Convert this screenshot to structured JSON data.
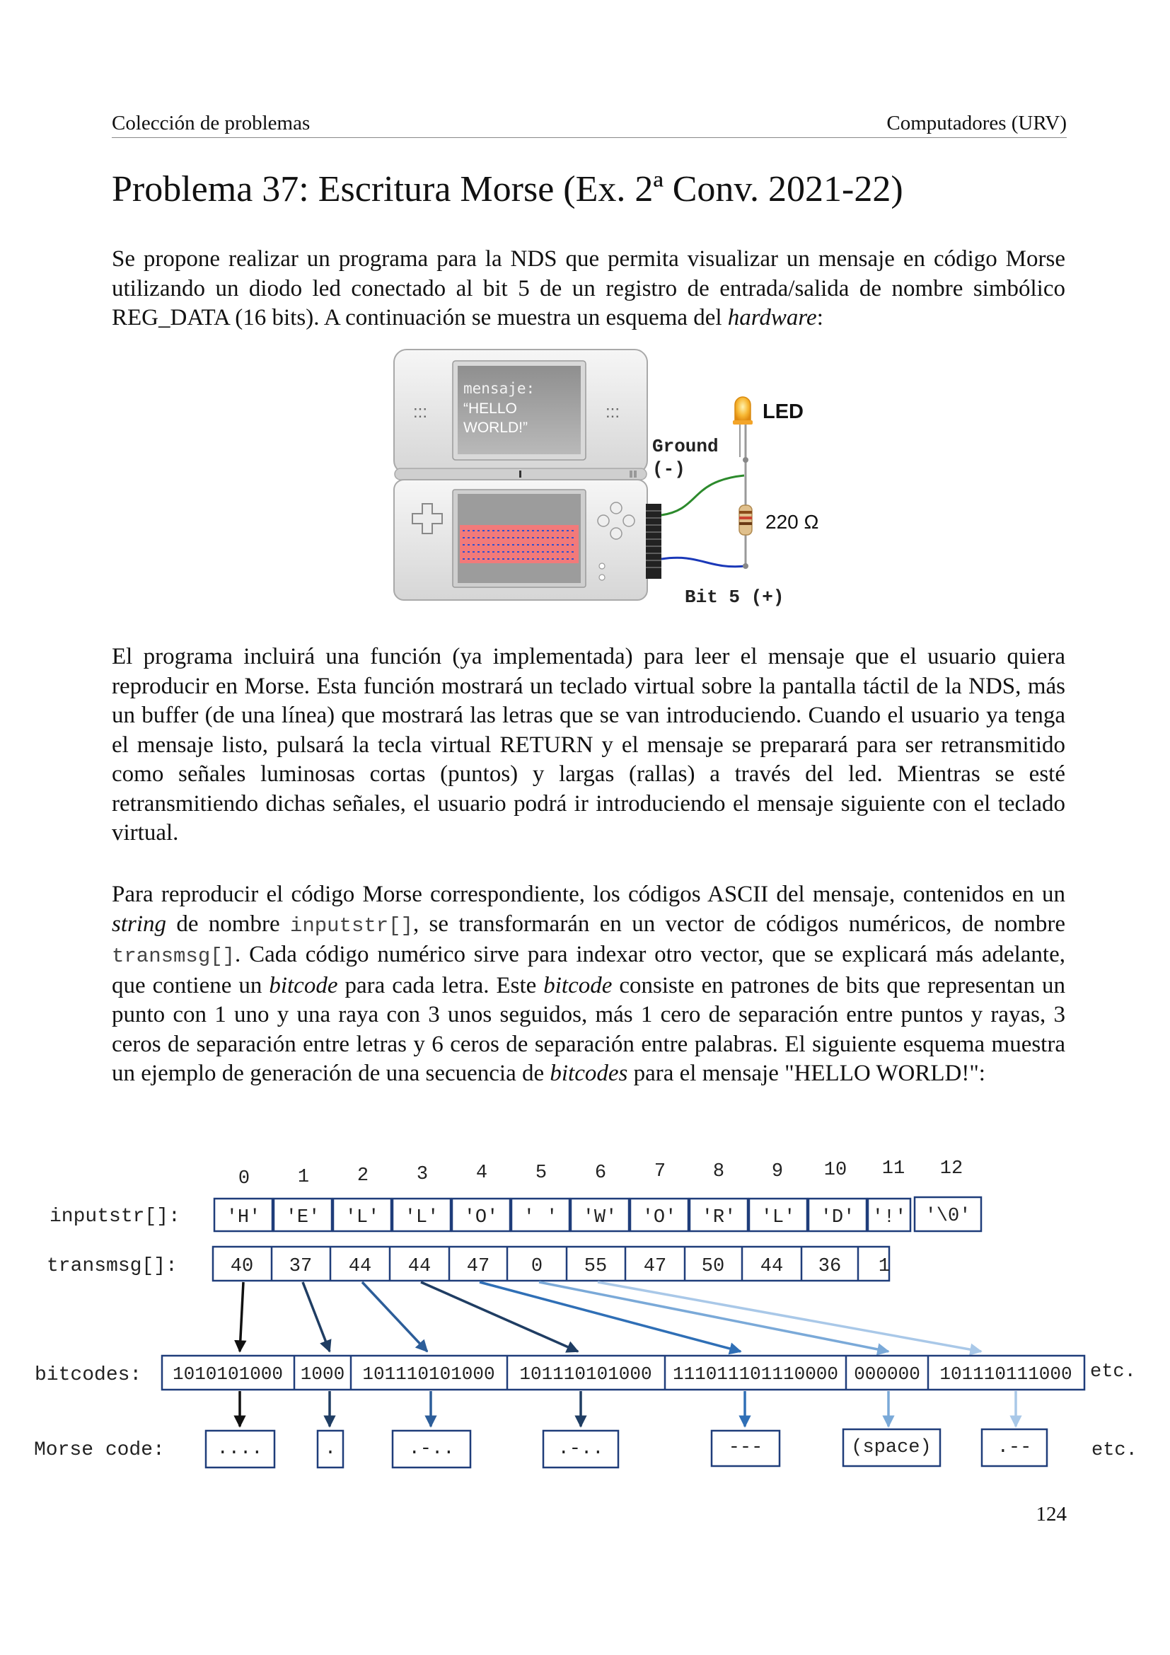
{
  "header": {
    "left": "Colección de problemas",
    "right": "Computadores (URV)"
  },
  "title": "Problema 37: Escritura Morse (Ex. 2ª Conv. 2021-22)",
  "para1": {
    "t1": "Se propone realizar un programa para la NDS que permita visualizar un mensaje en código Morse utilizando un diodo led conectado al bit 5 de un registro de entrada/salida de nombre simbólico REG_DATA (16 bits). A continuación se muestra un esquema del ",
    "em": "hardware",
    "t2": ":"
  },
  "hardware": {
    "screen_text": [
      "mensaje:",
      "“HELLO",
      "WORLD!”"
    ],
    "dots_left": ":::",
    "dots_right": ":::",
    "ground_label": [
      "Ground",
      "(-)"
    ],
    "led_label": "LED",
    "resistor_label": "220 Ω",
    "bit_label": "Bit 5 (+)"
  },
  "para2": "El programa incluirá una función (ya implementada) para leer el mensaje que el usuario quiera reproducir en Morse. Esta función mostrará un teclado virtual sobre la pantalla táctil de la NDS, más un buffer (de una línea) que mostrará las letras que se van introduciendo. Cuando el usuario ya tenga el mensaje listo, pulsará la tecla virtual RETURN y el mensaje se preparará para ser retransmitido como señales luminosas cortas (puntos) y largas (rallas) a través del led. Mientras se esté retransmitiendo dichas señales, el usuario podrá ir introduciendo el mensaje siguiente con el teclado virtual.",
  "para3": {
    "t1": "Para reproducir el código Morse correspondiente, los códigos ASCII del mensaje, contenidos en un ",
    "em1": "string",
    "t2": " de nombre ",
    "code1": "inputstr[]",
    "t3": ", se transformarán en un vector de códigos numéricos, de nombre ",
    "code2": "transmsg[]",
    "t4": ". Cada código numérico sirve para indexar otro vector, que se explicará más adelante, que contiene un ",
    "em2": "bitcode",
    "t5": " para cada letra. Este ",
    "em3": "bitcode",
    "t6": " consiste en patrones de bits que representan un punto con 1 uno y una raya con 3 unos seguidos, más 1 cero de separación entre puntos y rayas, 3 ceros de separación entre letras y 6 ceros de separación entre palabras. El siguiente esquema muestra un ejemplo de generación de una secuencia de ",
    "em4": "bitcodes",
    "t7": " para el mensaje \"HELLO WORLD!\":"
  },
  "diagram": {
    "indices": [
      "0",
      "1",
      "2",
      "3",
      "4",
      "5",
      "6",
      "7",
      "8",
      "9",
      "10",
      "11",
      "12"
    ],
    "inputstr_label": "inputstr[]:",
    "inputstr": [
      "'H'",
      "'E'",
      "'L'",
      "'L'",
      "'O'",
      "' '",
      "'W'",
      "'O'",
      "'R'",
      "'L'",
      "'D'",
      "'!'",
      "'\\0'"
    ],
    "transmsg_label": "transmsg[]:",
    "transmsg": [
      "40",
      "37",
      "44",
      "44",
      "47",
      "0",
      "55",
      "47",
      "50",
      "44",
      "36",
      "1"
    ],
    "bitcodes_label": "bitcodes:",
    "bitcodes": [
      "1010101000",
      "1000",
      "101110101000",
      "101110101000",
      "111011101110000",
      "000000",
      "101110111000"
    ],
    "morse_label": "Morse code:",
    "morse": [
      "....",
      ".",
      ".-..",
      ".-..",
      "---",
      "(space)",
      ".--"
    ],
    "etc": "etc."
  },
  "page_number": "124"
}
